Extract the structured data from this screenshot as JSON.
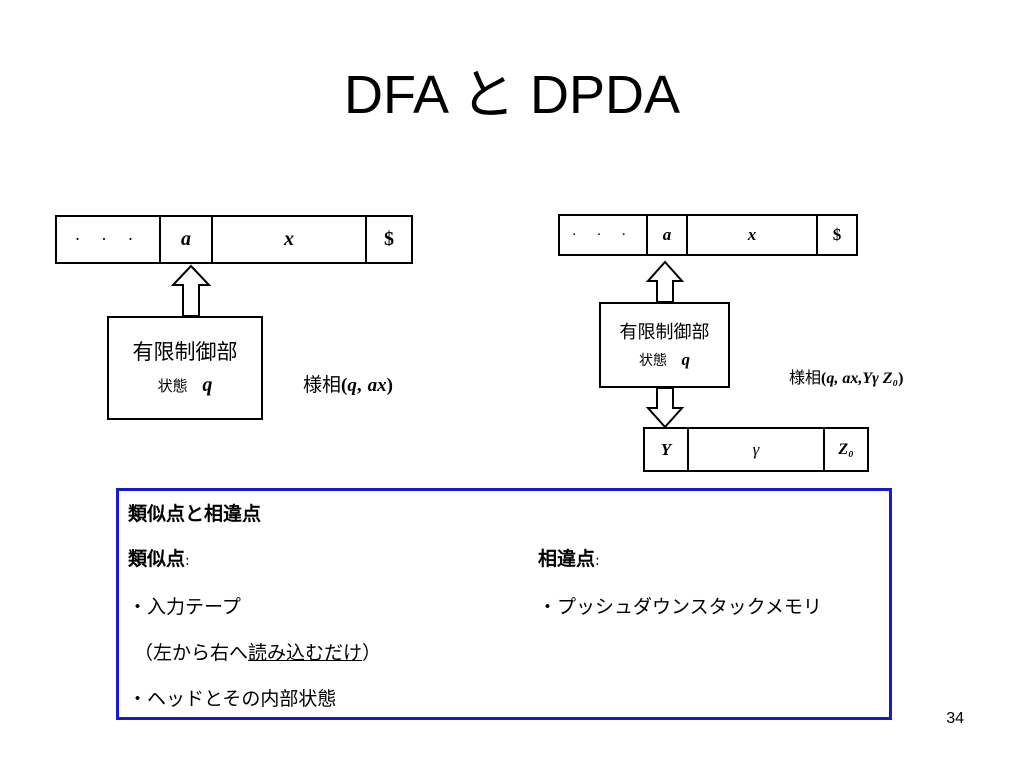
{
  "title": "DFA と DPDA",
  "dfa": {
    "tape": {
      "dots": "· · ·",
      "a": "a",
      "x": "x",
      "end": "$"
    },
    "control": {
      "label": "有限制御部",
      "state_label": "状態",
      "state": "q"
    },
    "config": {
      "prefix": "様相",
      "open": "(",
      "q": "q",
      "comma": ",",
      "ax": "ax",
      "close": ")"
    }
  },
  "dpda": {
    "tape": {
      "dots": "· · ·",
      "a": "a",
      "x": "x",
      "end": "$"
    },
    "control": {
      "label": "有限制御部",
      "state_label": "状態",
      "state": "q"
    },
    "stack": {
      "top": "Y",
      "middle": "γ",
      "bottom": "Z₀"
    },
    "config": {
      "prefix": "様相",
      "open": "(",
      "body": "q, ax,Yγ Z₀",
      "close": ")"
    }
  },
  "panel": {
    "heading": "類似点と相違点",
    "similar_label": "類似点",
    "similar_colon": ":",
    "similar_item1": "・入力テープ",
    "similar_item1_note_open": "（左から右へ",
    "similar_item1_note_underlined": "読み込むだけ",
    "similar_item1_note_close": "）",
    "similar_item2": "・ヘッドとその内部状態",
    "different_label": "相違点",
    "different_colon": ":",
    "different_item1": "・プッシュダウンスタックメモリ"
  },
  "page_number": "34",
  "colors": {
    "panel_border": "#1a1acc"
  }
}
